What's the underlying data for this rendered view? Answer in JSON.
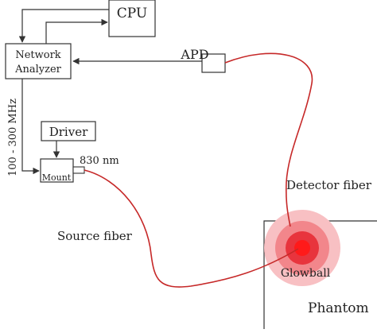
{
  "labels": {
    "cpu": "CPU",
    "network_analyzer_line1": "Network",
    "network_analyzer_line2": "Analyzer",
    "apd": "APD",
    "driver": "Driver",
    "mount": "Mount",
    "wavelength": "830 nm",
    "frequency": "100 - 300 MHz",
    "detector_fiber": "Detector fiber",
    "source_fiber": "Source fiber",
    "glowball": "Glowball",
    "phantom": "Phantom"
  },
  "colors": {
    "fiber": "#c62828",
    "glow_outer": "#f8c0c3",
    "glow_mid": "#f2868b",
    "glow_inner": "#e8343d",
    "glow_core": "#ff1a1a",
    "line": "#333333"
  }
}
